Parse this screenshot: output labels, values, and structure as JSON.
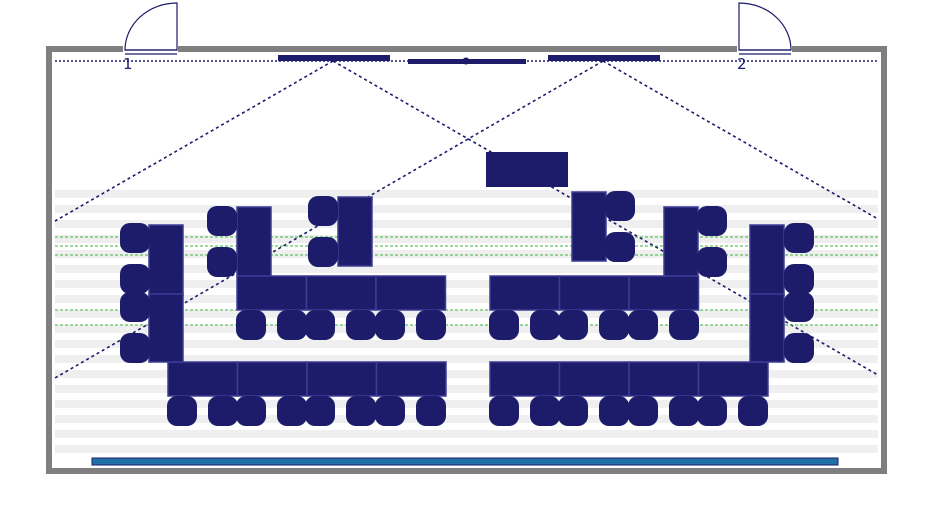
{
  "floorplan": {
    "doors": [
      {
        "id": "door-1",
        "label": "1"
      },
      {
        "id": "door-2",
        "label": "2"
      }
    ],
    "colors": {
      "wall": "#7f7f7f",
      "furniture": "#1c1c6b",
      "furniture_edge": "#3d3d96",
      "dotted_lines": "#1c1c6b",
      "green_guides": "#3cb43c",
      "stripes": "#efefef",
      "bottom_bar": "#2170a8",
      "bottom_bar_edge": "#1c1c6b"
    }
  }
}
